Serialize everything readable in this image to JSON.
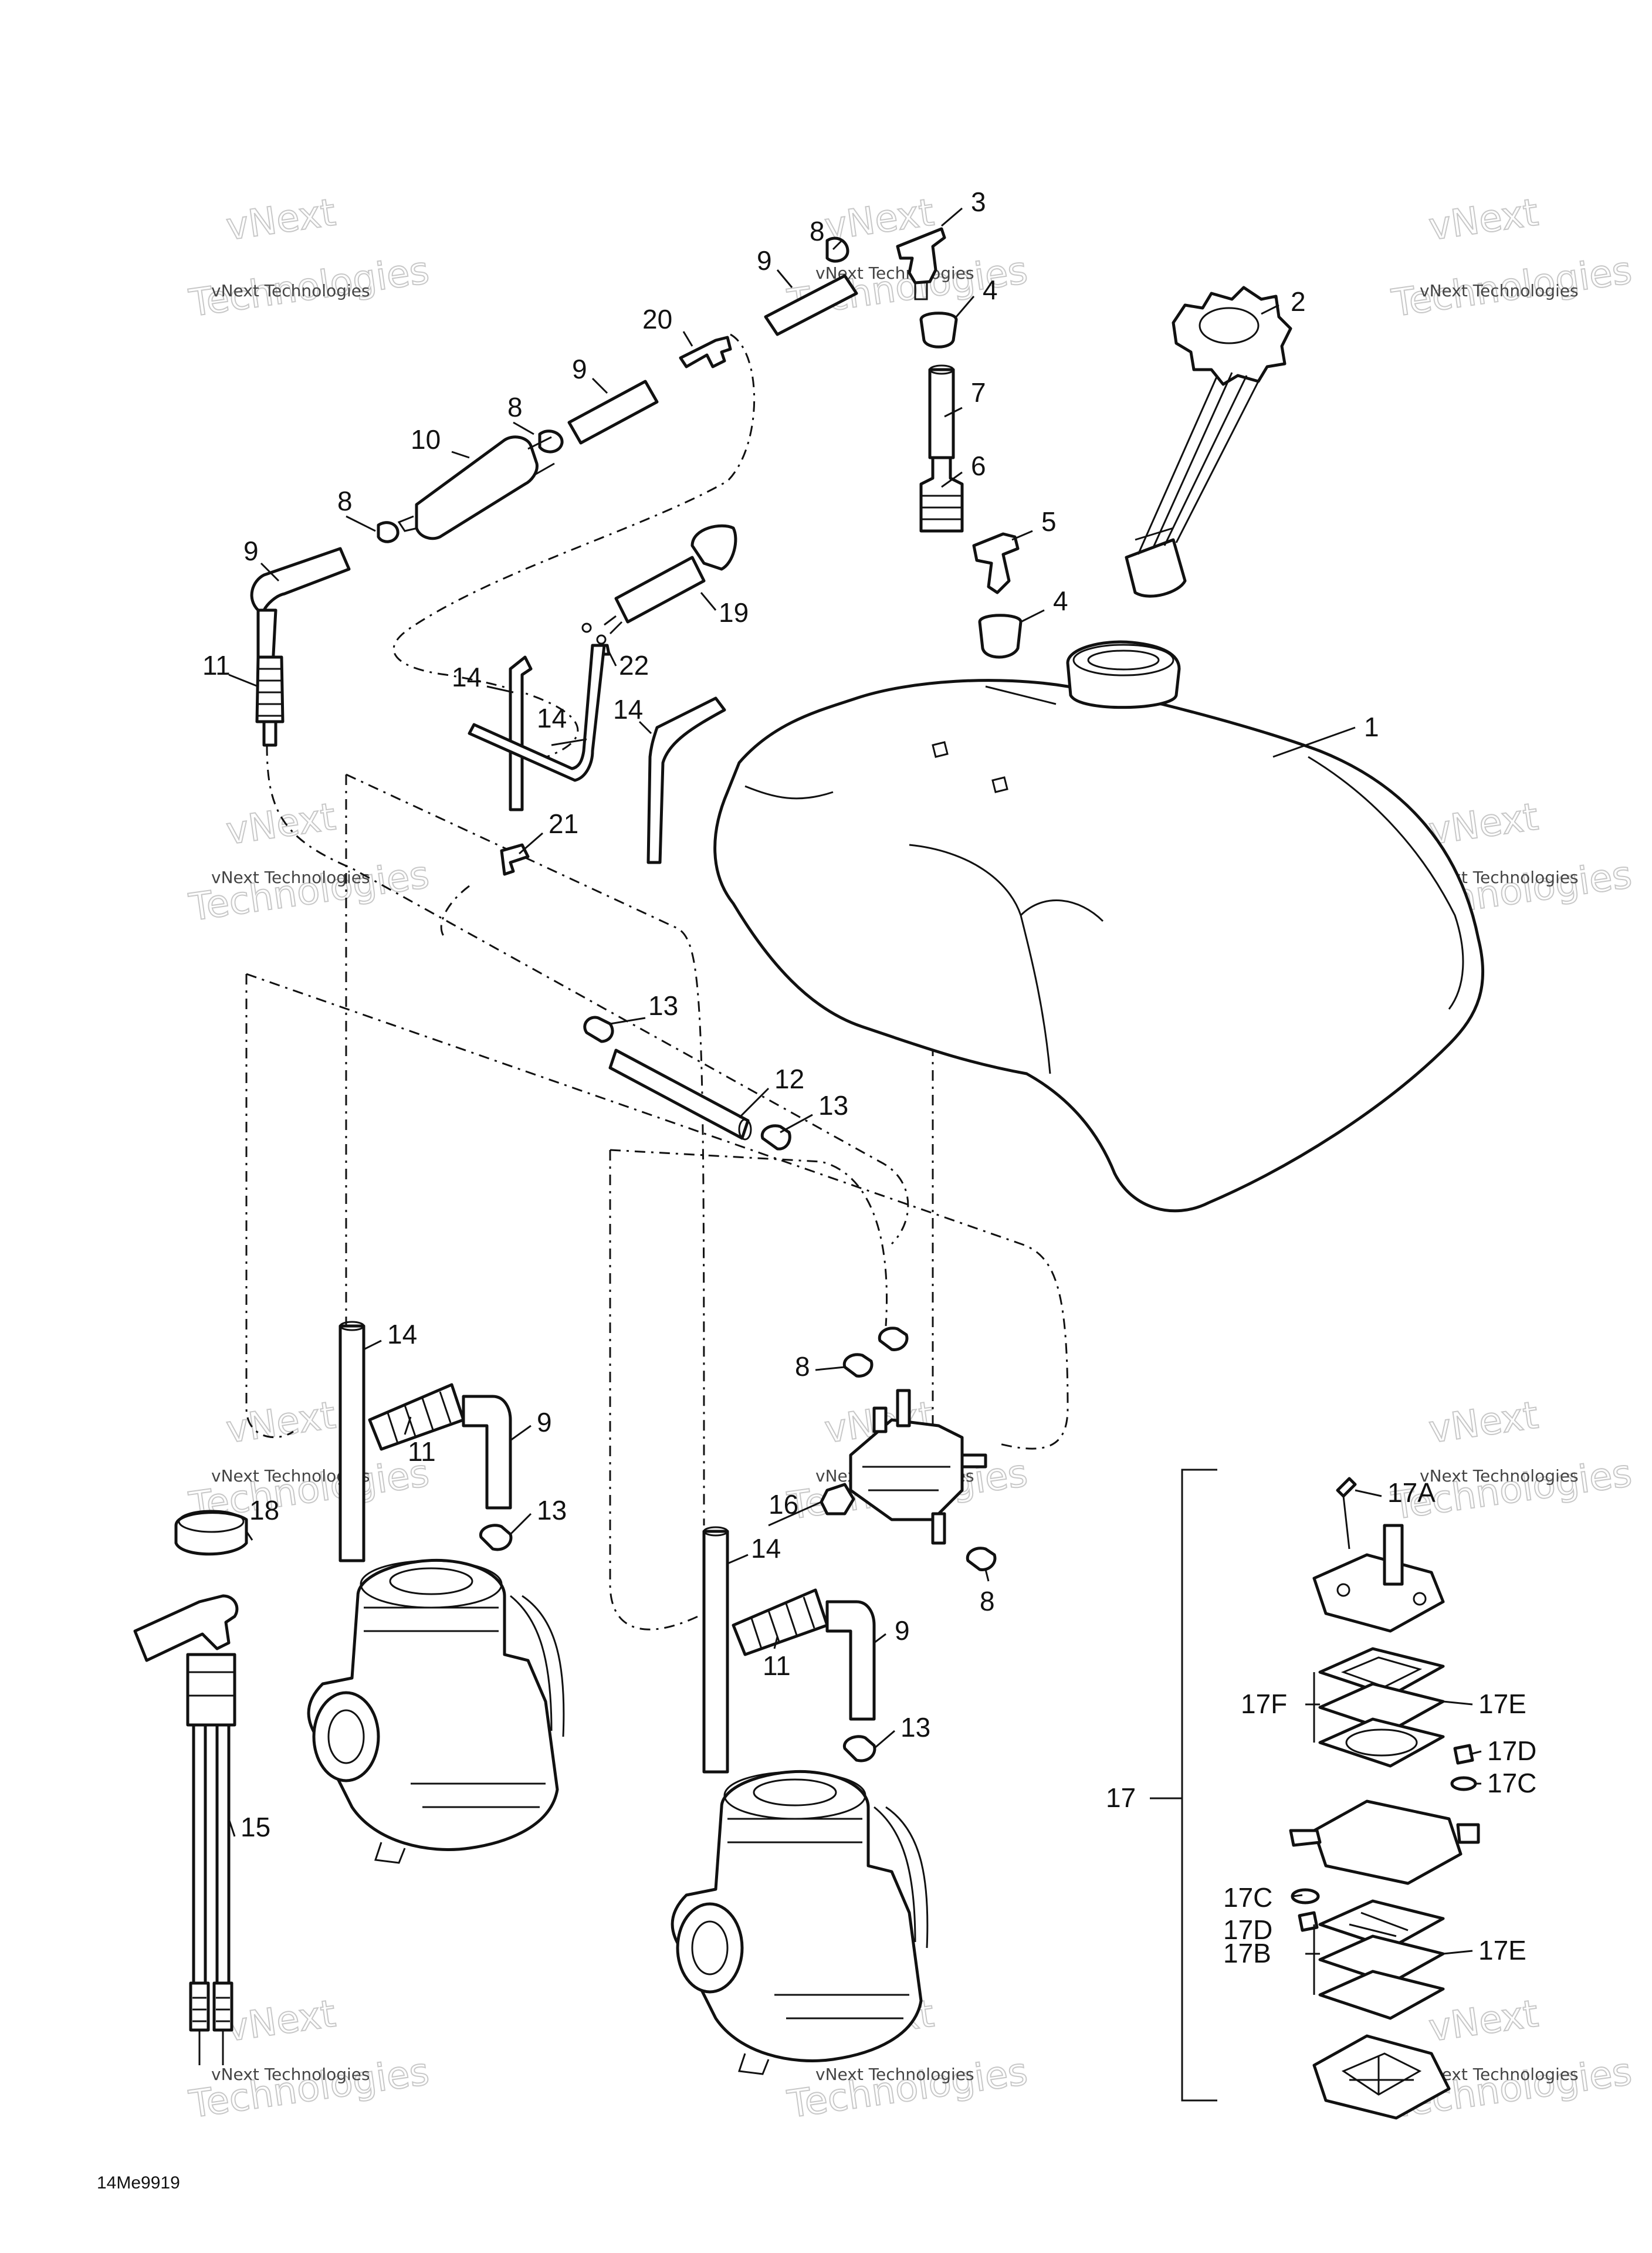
{
  "callouts": {
    "c1": "1",
    "c2": "2",
    "c3": "3",
    "c4a": "4",
    "c4b": "4",
    "c5": "5",
    "c6": "6",
    "c7": "7",
    "c8a": "8",
    "c8b": "8",
    "c8c": "8",
    "c8d": "8",
    "c8e": "8",
    "c9a": "9",
    "c9b": "9",
    "c9c": "9",
    "c9d": "9",
    "c9e": "9",
    "c10": "10",
    "c11a": "11",
    "c11b": "11",
    "c11c": "11",
    "c12": "12",
    "c13a": "13",
    "c13b": "13",
    "c13c": "13",
    "c13d": "13",
    "c14a": "14",
    "c14b": "14",
    "c14c": "14",
    "c14d": "14",
    "c14e": "14",
    "c15": "15",
    "c16": "16",
    "c17": "17",
    "c17A": "17A",
    "c17B": "17B",
    "c17Ca": "17C",
    "c17Cb": "17C",
    "c17Da": "17D",
    "c17Db": "17D",
    "c17Ea": "17E",
    "c17Eb": "17E",
    "c17F": "17F",
    "c18": "18",
    "c19": "19",
    "c20": "20",
    "c21": "21",
    "c22": "22"
  },
  "watermark": {
    "line1": "vNext",
    "line2": "vNext Technologies",
    "line3": "Technologies"
  },
  "drawing_ref": "14Me9919"
}
